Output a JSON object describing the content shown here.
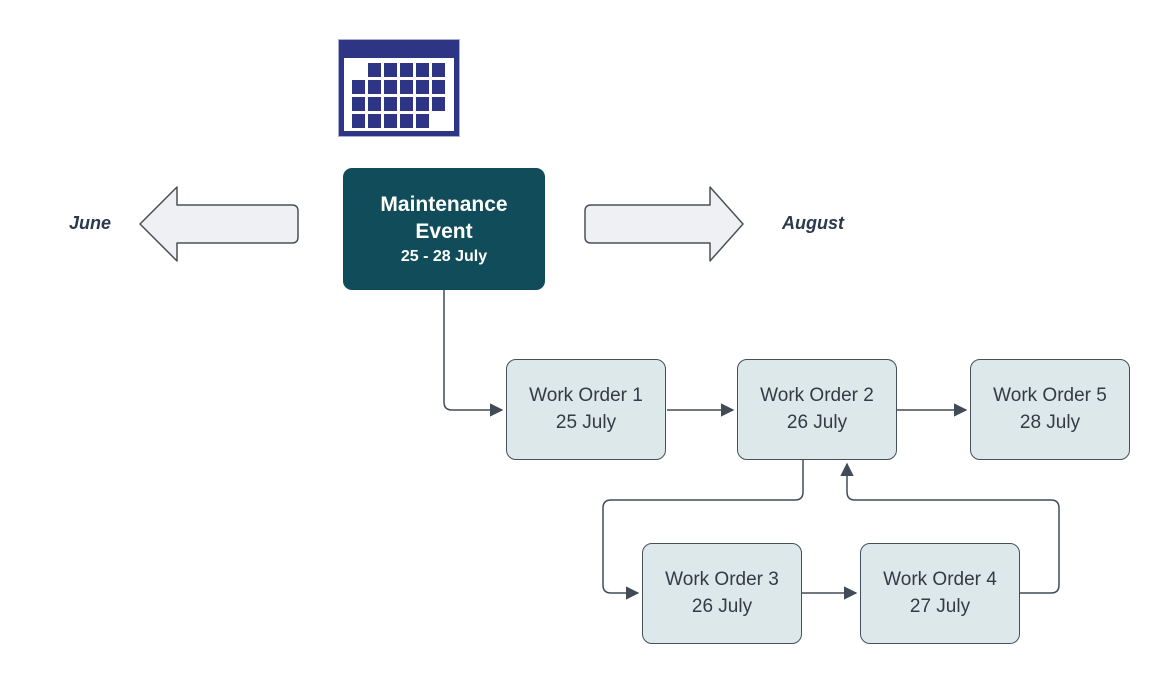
{
  "diagram": {
    "type": "flowchart",
    "calendar_icon": {
      "name": "calendar-icon",
      "grid": [
        "011111",
        "111111",
        "111111",
        "111110"
      ]
    },
    "event": {
      "title": "Maintenance Event",
      "date_range": "25 - 28 July"
    },
    "timeline": {
      "left_label": "June",
      "right_label": "August"
    },
    "work_orders": [
      {
        "id": "wo1",
        "name": "Work Order 1",
        "date": "25 July"
      },
      {
        "id": "wo2",
        "name": "Work Order 2",
        "date": "26 July"
      },
      {
        "id": "wo3",
        "name": "Work Order 3",
        "date": "26 July"
      },
      {
        "id": "wo4",
        "name": "Work Order 4",
        "date": "27 July"
      },
      {
        "id": "wo5",
        "name": "Work Order 5",
        "date": "28 July"
      }
    ],
    "connections": [
      {
        "from": "Maintenance Event",
        "to": "Work Order 1"
      },
      {
        "from": "Work Order 1",
        "to": "Work Order 2"
      },
      {
        "from": "Work Order 2",
        "to": "Work Order 5"
      },
      {
        "from": "Work Order 2",
        "to": "Work Order 3"
      },
      {
        "from": "Work Order 3",
        "to": "Work Order 4"
      },
      {
        "from": "Work Order 4",
        "to": "Work Order 2"
      }
    ],
    "colors": {
      "event_fill": "#104c59",
      "event_text": "#ffffff",
      "calendar_navy": "#2d3584",
      "calendar_edge": "#a9aed6",
      "wo_fill": "#dce8ea",
      "wo_border": "#45505c",
      "wo_text": "#333b45",
      "connector": "#414b57",
      "arrow_fill": "#eef0f3",
      "arrow_stroke": "#4a5058",
      "label_text": "#2c3a4d",
      "background": "#ffffff"
    }
  }
}
